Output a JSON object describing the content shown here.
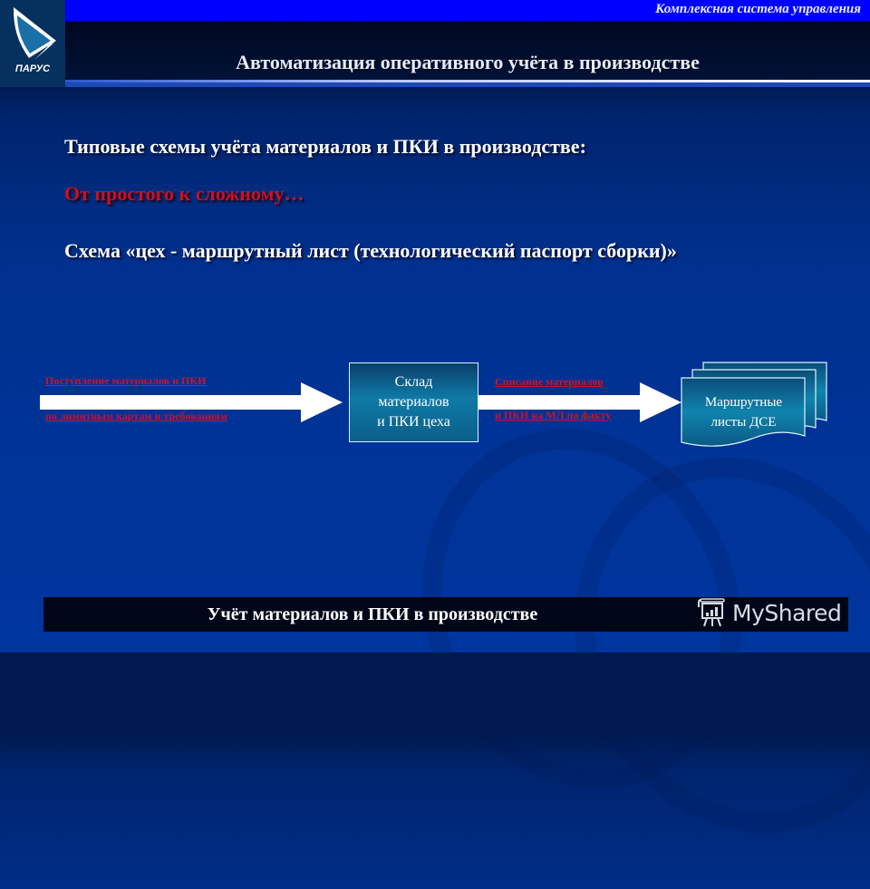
{
  "header": {
    "tagline": "Комплексная система управления",
    "title": "Автоматизация оперативного учёта в производстве",
    "logo_text": "ПАРУС"
  },
  "content": {
    "heading": "Типовые схемы учёта материалов и ПКИ в производстве:",
    "subheading": "От простого к сложному…",
    "scheme_title": "Схема «цех - маршрутный лист (технологический паспорт сборки)»"
  },
  "diagram": {
    "incoming_link": {
      "line1": "Поступление материалов и ПКИ",
      "line2": "по лимитным картам и требованиям"
    },
    "warehouse_box": {
      "line1": "Склад",
      "line2": "материалов",
      "line3": "и ПКИ цеха"
    },
    "writeoff_link": {
      "line1": "Списание материалов",
      "line2": "и ПКИ на  МЛ по факту"
    },
    "route_sheets": {
      "line1": "Маршрутные",
      "line2": "листы ДСЕ"
    }
  },
  "footer": {
    "title": "Учёт материалов и ПКИ в производстве",
    "watermark": "MyShared"
  },
  "colors": {
    "background": "#0036a0",
    "top_band": "#0000ff",
    "accent_red": "#cc1020",
    "box_teal": "#0f7aa6"
  }
}
